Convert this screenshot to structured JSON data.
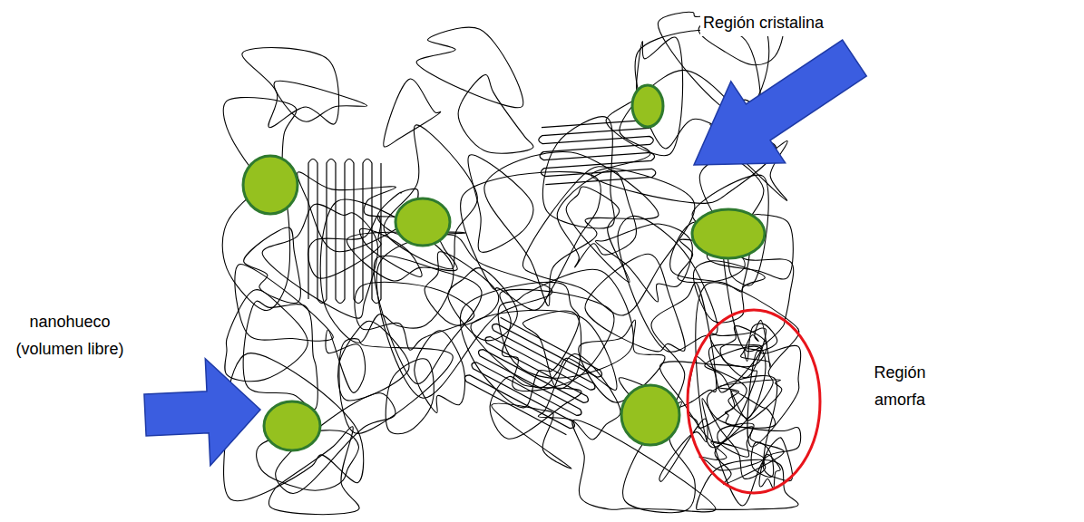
{
  "diagram": {
    "labels": [
      "Región cristalina",
      "nanohueco (volumen libre)",
      "Región amorfa"
    ]
  }
}
